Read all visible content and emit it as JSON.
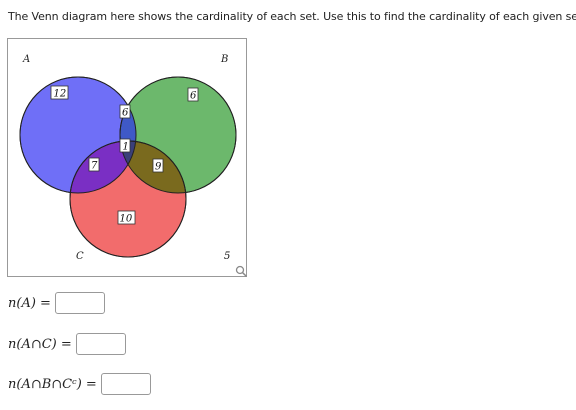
{
  "instruction": "The Venn diagram here shows the cardinality of each set. Use this to find the cardinality of each given set.",
  "venn": {
    "set_labels": {
      "a": "A",
      "b": "B",
      "c": "C"
    },
    "regions": {
      "a_only": "12",
      "b_only": "6",
      "a_b_only": "6",
      "a_b_c": "1",
      "a_c_only": "7",
      "b_c_only": "9",
      "c_only": "10",
      "outside": "5"
    },
    "colors": {
      "a": "#6f6ff7",
      "b": "#6cb86c",
      "c": "#f26c6c"
    }
  },
  "questions": [
    {
      "label": "n(A) =",
      "value": ""
    },
    {
      "label": "n(A∩C) =",
      "value": ""
    },
    {
      "label": "n(A∩B∩Cᶜ) =",
      "value": ""
    }
  ],
  "icons": {
    "zoom": "magnifier-icon"
  }
}
